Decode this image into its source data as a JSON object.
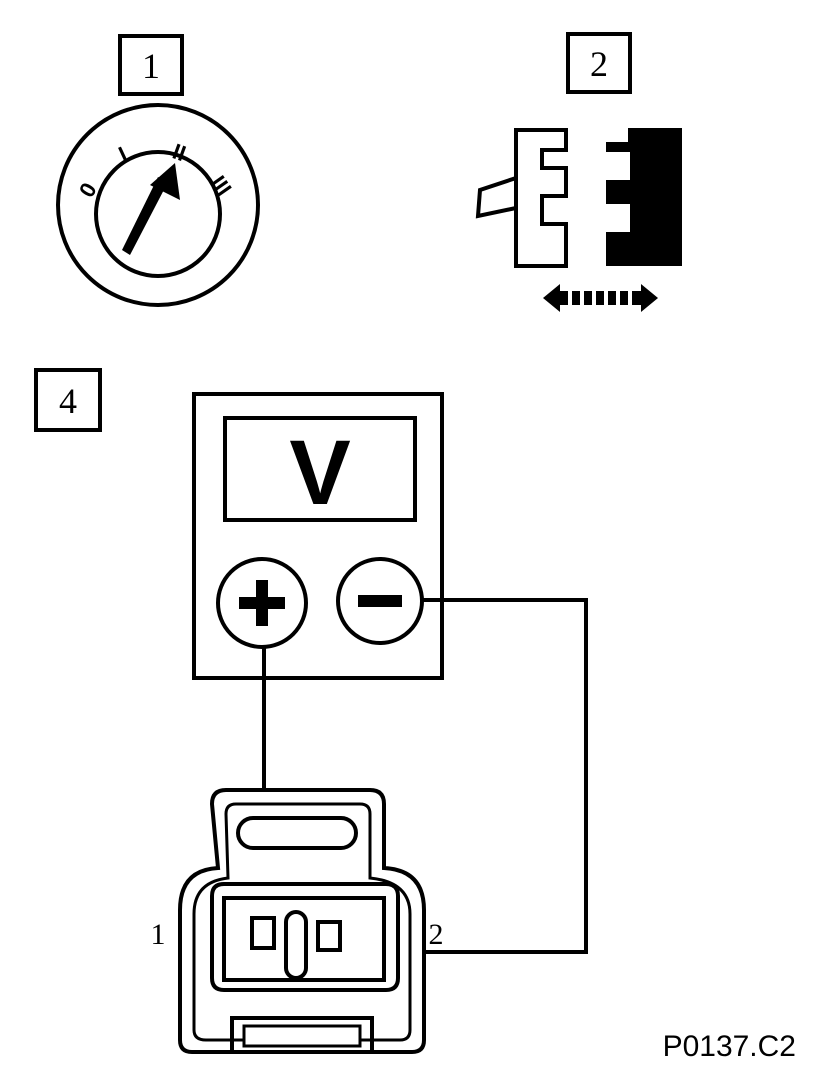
{
  "steps": {
    "step1": "1",
    "step2": "2",
    "step4": "4"
  },
  "ignition": {
    "pos_off": "0",
    "pos_1": "I",
    "pos_2": "II",
    "pos_3": "III"
  },
  "voltmeter": {
    "display": "V"
  },
  "connector": {
    "pin_left": "1",
    "pin_right": "2"
  },
  "reference": "P0137.C2",
  "icons": [
    "ignition-switch-icon",
    "connector-disconnect-icon",
    "voltmeter-icon",
    "plus-terminal-icon",
    "minus-terminal-icon",
    "sensor-connector-icon"
  ]
}
